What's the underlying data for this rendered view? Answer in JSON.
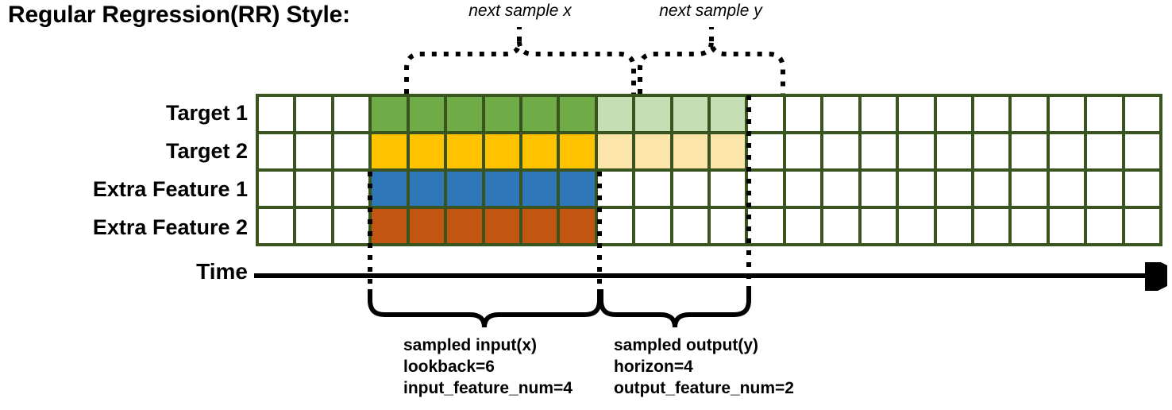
{
  "title": "Regular Regression(RR) Style:",
  "rows": [
    {
      "label": "Target 1",
      "name": "target-1"
    },
    {
      "label": "Target 2",
      "name": "target-2"
    },
    {
      "label": "Extra Feature 1",
      "name": "extra-feature-1"
    },
    {
      "label": "Extra Feature 2",
      "name": "extra-feature-2"
    }
  ],
  "grid": {
    "columns": 24,
    "cell_classes": [
      [
        "",
        "",
        "",
        "green",
        "green",
        "green",
        "green",
        "green",
        "green",
        "green-light",
        "green-light",
        "green-light",
        "green-light",
        "",
        "",
        "",
        "",
        "",
        "",
        "",
        "",
        "",
        "",
        ""
      ],
      [
        "",
        "",
        "",
        "amber",
        "amber",
        "amber",
        "amber",
        "amber",
        "amber",
        "amber-light",
        "amber-light",
        "amber-light",
        "amber-light",
        "",
        "",
        "",
        "",
        "",
        "",
        "",
        "",
        "",
        "",
        ""
      ],
      [
        "",
        "",
        "",
        "blue",
        "blue",
        "blue",
        "blue",
        "blue",
        "blue",
        "",
        "",
        "",
        "",
        "",
        "",
        "",
        "",
        "",
        "",
        "",
        "",
        "",
        "",
        ""
      ],
      [
        "",
        "",
        "",
        "orange",
        "orange",
        "orange",
        "orange",
        "orange",
        "orange",
        "",
        "",
        "",
        "",
        "",
        "",
        "",
        "",
        "",
        "",
        "",
        "",
        "",
        "",
        ""
      ]
    ]
  },
  "axis": {
    "label": "Time"
  },
  "captions_top": [
    {
      "text": "next sample x",
      "name": "caption-next-sample-x"
    },
    {
      "text": "next sample y",
      "name": "caption-next-sample-y"
    }
  ],
  "captions_bottom": {
    "input": {
      "line1": "sampled input(x)",
      "line2": "lookback=6",
      "line3": "input_feature_num=4"
    },
    "output": {
      "line1": "sampled output(y)",
      "line2": "horizon=4",
      "line3": "output_feature_num=2"
    }
  },
  "colors": {
    "border": "#3a5420",
    "target1": "#6fac48",
    "target1_light": "#c4dfb4",
    "target2": "#ffc300",
    "target2_light": "#fce5ab",
    "extra1": "#2e77b8",
    "extra2": "#c25511",
    "line": "#000000"
  },
  "chart_data": {
    "type": "diagram",
    "title": "Regular Regression(RR) Style:",
    "series_rows": [
      "Target 1",
      "Target 2",
      "Extra Feature 1",
      "Extra Feature 2"
    ],
    "total_timesteps": 24,
    "input_window": {
      "start_index": 3,
      "length": 6,
      "rows": 4
    },
    "output_window": {
      "start_index": 9,
      "length": 4,
      "rows": 2
    },
    "lookback": 6,
    "horizon": 4,
    "input_feature_num": 4,
    "output_feature_num": 2
  }
}
